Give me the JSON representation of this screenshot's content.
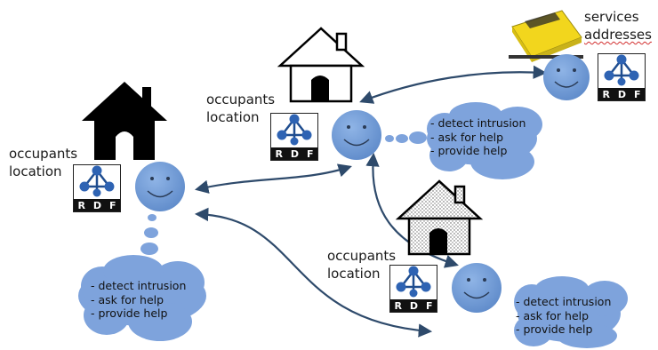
{
  "nodes": {
    "left": {
      "occupants_label": "occupants",
      "location_label": "location"
    },
    "top": {
      "occupants_label": "occupants",
      "location_label": "location"
    },
    "bottom": {
      "occupants_label": "occupants",
      "location_label": "location"
    }
  },
  "services": {
    "line1": "services",
    "line2": "addresses"
  },
  "rdf_letters": [
    "R",
    "D",
    "F"
  ],
  "clouds": {
    "left": [
      "- detect intrusion",
      "- ask for help",
      "- provide help"
    ],
    "top": [
      "- detect intrusion",
      "- ask for help",
      "- provide help"
    ],
    "bottom": [
      "- detect intrusion",
      "- ask for help",
      "- provide help"
    ]
  },
  "colors": {
    "smiley": "#6f9ad6",
    "cloud": "#7ea3dc",
    "arrow": "#2e4a6b",
    "house_dark": "#000000",
    "phonebook": "#f2d61d"
  }
}
